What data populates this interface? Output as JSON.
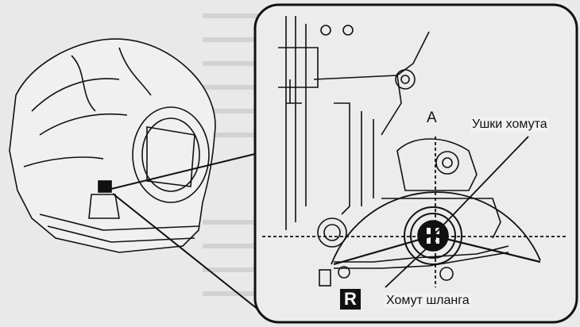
{
  "diagram": {
    "labels": {
      "view_marker": "A",
      "clamp_ears": "Ушки хомута",
      "badge": "R",
      "hose_clamp": "Хомут шланга"
    },
    "colors": {
      "ink": "#111111",
      "paper": "#e9e9e9",
      "badge_bg": "#111111",
      "badge_text": "#ffffff"
    }
  }
}
